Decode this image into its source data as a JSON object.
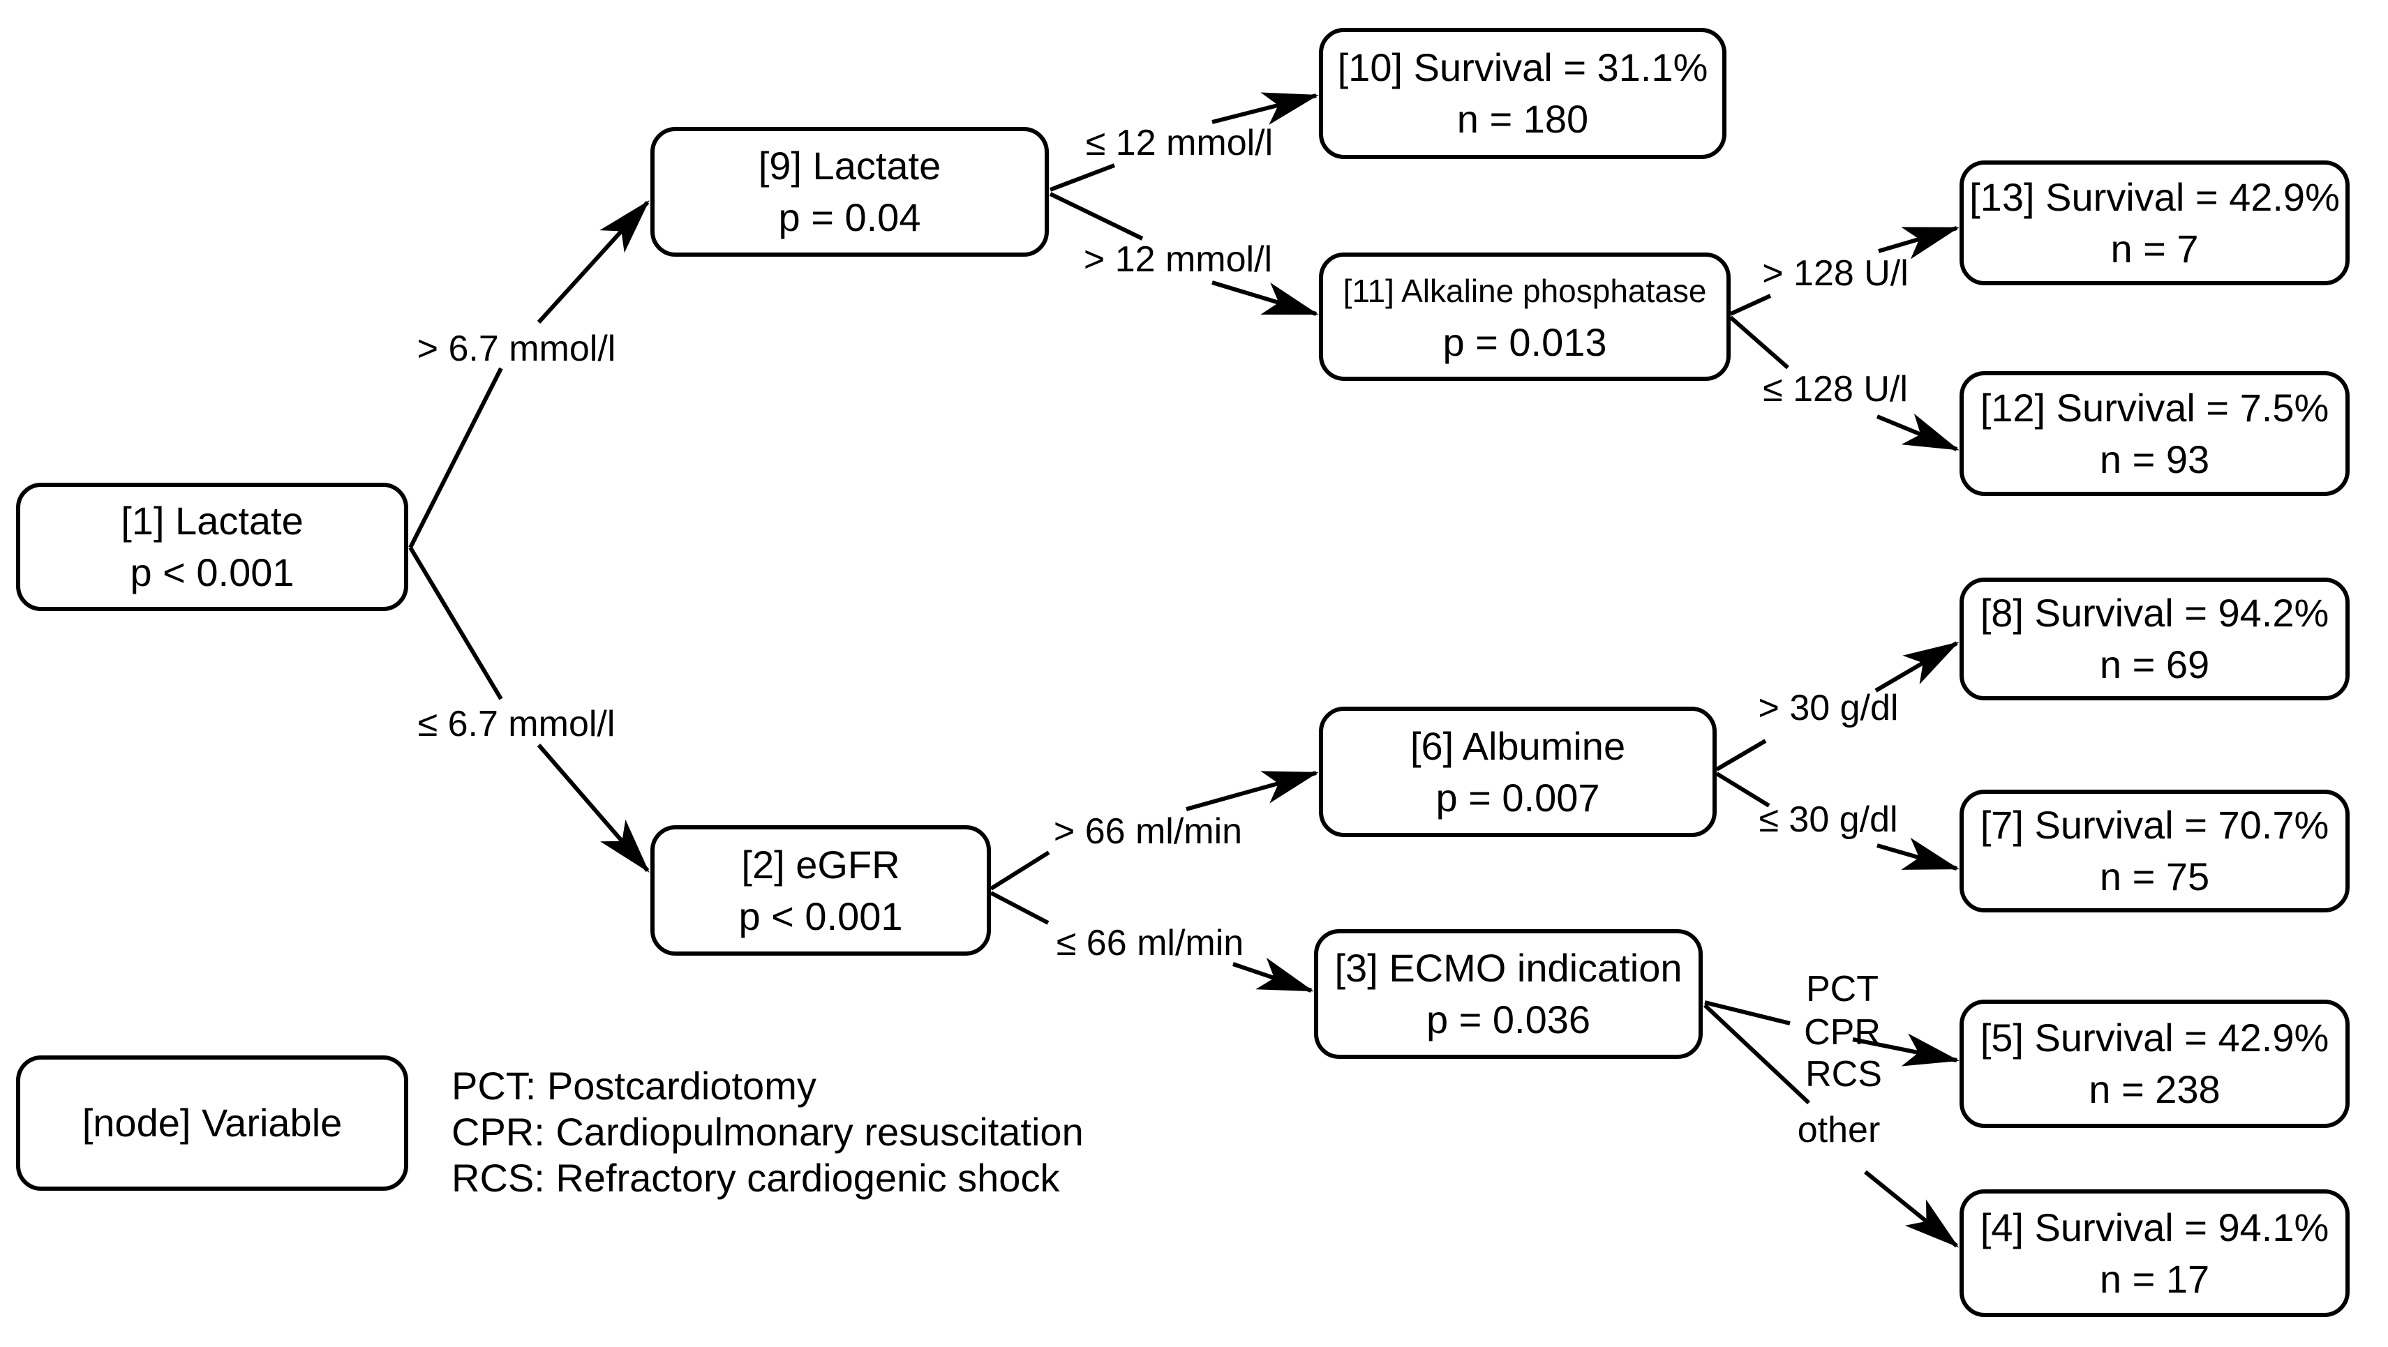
{
  "colors": {
    "stroke": "#000000",
    "background": "#ffffff"
  },
  "nodes": [
    {
      "id": "1",
      "line1": "[1] Lactate",
      "line2": "p < 0.001"
    },
    {
      "id": "9",
      "line1": "[9] Lactate",
      "line2": "p = 0.04"
    },
    {
      "id": "10",
      "line1": "[10] Survival = 31.1%",
      "line2": "n = 180"
    },
    {
      "id": "11",
      "line1": "[11] Alkaline phosphatase",
      "line2": "p = 0.013"
    },
    {
      "id": "13",
      "line1": "[13] Survival = 42.9%",
      "line2": "n = 7"
    },
    {
      "id": "12",
      "line1": "[12] Survival = 7.5%",
      "line2": "n = 93"
    },
    {
      "id": "2",
      "line1": "[2] eGFR",
      "line2": "p < 0.001"
    },
    {
      "id": "6",
      "line1": "[6] Albumine",
      "line2": "p = 0.007"
    },
    {
      "id": "8",
      "line1": "[8] Survival = 94.2%",
      "line2": "n = 69"
    },
    {
      "id": "7",
      "line1": "[7] Survival = 70.7%",
      "line2": "n = 75"
    },
    {
      "id": "3",
      "line1": "[3] ECMO indication",
      "line2": "p = 0.036"
    },
    {
      "id": "5",
      "line1": "[5] Survival = 42.9%",
      "line2": "n = 238"
    },
    {
      "id": "4",
      "line1": "[4] Survival = 94.1%",
      "line2": "n = 17"
    }
  ],
  "labels": [
    {
      "text": "> 6.7 mmol/l"
    },
    {
      "text": "≤ 6.7 mmol/l"
    },
    {
      "text": "≤ 12 mmol/l"
    },
    {
      "text": "> 12 mmol/l"
    },
    {
      "text": "> 128 U/l"
    },
    {
      "text": "≤ 128 U/l"
    },
    {
      "text": "> 66 ml/min"
    },
    {
      "text": "≤ 66 ml/min"
    },
    {
      "text": "> 30 g/dl"
    },
    {
      "text": "≤ 30 g/dl"
    },
    {
      "text": "PCT"
    },
    {
      "text": "CPR"
    },
    {
      "text": "RCS"
    },
    {
      "text": "other"
    }
  ],
  "edges": [
    {
      "from": "1",
      "to": "9",
      "condition": "> 6.7 mmol/l"
    },
    {
      "from": "1",
      "to": "2",
      "condition": "≤ 6.7 mmol/l"
    },
    {
      "from": "9",
      "to": "10",
      "condition": "≤ 12 mmol/l"
    },
    {
      "from": "9",
      "to": "11",
      "condition": "> 12 mmol/l"
    },
    {
      "from": "11",
      "to": "13",
      "condition": "> 128 U/l"
    },
    {
      "from": "11",
      "to": "12",
      "condition": "≤ 128 U/l"
    },
    {
      "from": "2",
      "to": "6",
      "condition": "> 66 ml/min"
    },
    {
      "from": "2",
      "to": "3",
      "condition": "≤ 66 ml/min"
    },
    {
      "from": "6",
      "to": "8",
      "condition": "> 30 g/dl"
    },
    {
      "from": "6",
      "to": "7",
      "condition": "≤ 30 g/dl"
    },
    {
      "from": "3",
      "to": "5",
      "condition": "PCT / CPR / RCS"
    },
    {
      "from": "3",
      "to": "4",
      "condition": "other"
    }
  ],
  "legend": {
    "node_box": "[node] Variable",
    "entries": [
      "PCT: Postcardiotomy",
      "CPR: Cardiopulmonary resuscitation",
      "RCS: Refractory cardiogenic shock"
    ]
  }
}
